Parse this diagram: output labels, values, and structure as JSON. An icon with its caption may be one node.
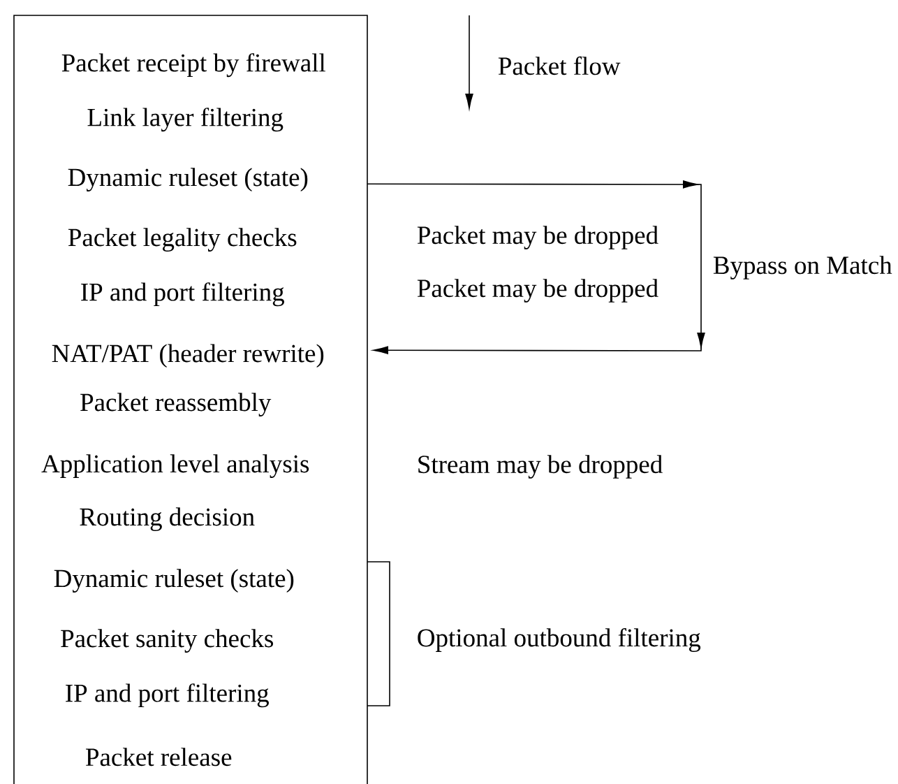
{
  "diagram": {
    "nodes": [
      {
        "text": [],
        "shape": "box"
      },
      {
        "text": [
          "Packet receipt by firewall"
        ],
        "in": 0
      },
      {
        "text": [
          "Link layer filtering"
        ],
        "in": 0
      },
      {
        "text": [
          "Dynamic ruleset (state)"
        ],
        "in": 0
      },
      {
        "text": [
          "Packet legality checks"
        ],
        "in": 0
      },
      {
        "text": [
          "IP and port filtering"
        ],
        "in": 0
      },
      {
        "text": [
          "NAT/PAT (header rewrite)"
        ],
        "in": 0
      },
      {
        "text": [
          "Packet reassembly"
        ],
        "in": 0
      },
      {
        "text": [
          "Application level analysis"
        ],
        "in": 0
      },
      {
        "text": [
          "Routing decision"
        ],
        "in": 0
      },
      {
        "text": [
          "Dynamic ruleset (state)"
        ],
        "in": 0
      },
      {
        "text": [
          "Packet sanity checks"
        ],
        "in": 0
      },
      {
        "text": [
          "IP and port filtering"
        ],
        "in": 0
      },
      {
        "text": [
          "Packet release"
        ],
        "in": 0
      }
    ],
    "edges": [
      {
        "from": 3,
        "to": 6,
        "arrow": "to",
        "label": "Bypass on Match"
      }
    ],
    "labels": [
      "Packet flow",
      "Packet may be dropped",
      "Packet may be dropped",
      "Stream may be dropped",
      "Optional outbound filtering"
    ]
  }
}
